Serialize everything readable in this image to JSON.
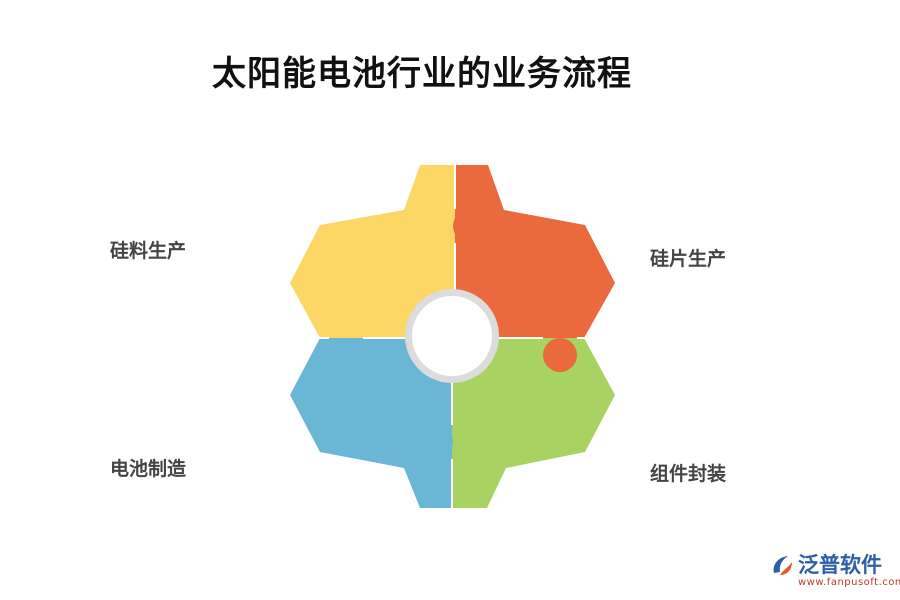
{
  "title": "太阳能电池行业的业务流程",
  "steps": [
    {
      "label": "硅料生产",
      "color": "#FCD766"
    },
    {
      "label": "硅片生产",
      "color": "#EB6A3D"
    },
    {
      "label": "电池制造",
      "color": "#6AB6D5"
    },
    {
      "label": "组件封装",
      "color": "#A8D262"
    }
  ],
  "watermark": {
    "name": "泛普软件",
    "url": "www.fanpusoft.com",
    "icon": "fanpu-logo-icon"
  }
}
